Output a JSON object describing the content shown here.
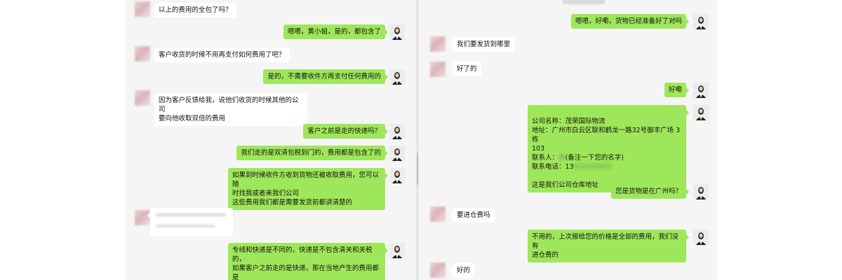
{
  "left_chat": {
    "messages": [
      {
        "side": "in",
        "text": "以上的费用的全包了吗？"
      },
      {
        "side": "out",
        "text": "嗯嗯，黄小姐，是的，都包含了"
      },
      {
        "side": "in",
        "text": "客户收货的时候不用再支付如何费用了吧？"
      },
      {
        "side": "out",
        "text": "是的，不需要收件方再支付任何费用的"
      },
      {
        "side": "in",
        "text": "因为客户反馈给我，说他们收货的时候其他的公司\n要向他收取双倍的费用"
      },
      {
        "side": "out",
        "text": "客户之前是走的快递吗？"
      },
      {
        "side": "out",
        "text": "我们走的是双清包税到门的，费用都是包含了的"
      },
      {
        "side": "out",
        "text": "如果到时候收件方收到货物还被收取费用，您可以随\n时找我或者来我们公司\n这些费用我们都是需要发货前都讲清楚的"
      },
      {
        "side": "in",
        "text": "",
        "blurred": true
      },
      {
        "side": "out",
        "text": "专线和快递是不同的，快递是不包含清关和关税的，\n如果客户之前走的是快递，那在当地产生的费用都是\n由收件方支付的"
      }
    ]
  },
  "right_chat": {
    "time_label": "",
    "messages": [
      {
        "side": "out",
        "text": "嗯嗯，好嘞，货物已经准备好了对吗"
      },
      {
        "side": "in",
        "text": "我们要发货到哪里"
      },
      {
        "side": "in",
        "text": "好了的"
      },
      {
        "side": "out",
        "text": "好嘞"
      },
      {
        "side": "out",
        "text": "公司名称：茂荣国际物流\n地址：广州市白云区联和鹤龙一路32号御丰广场 3栋\n103\n联系人：",
        "extra_parts": {
          "contact_blur": "黄",
          "contact_note": "(备注一下您的名字)",
          "phone_label": "联系电话：13",
          "phone_blur": "800000000",
          "footer": "这是我们公司仓库地址"
        }
      },
      {
        "side": "out",
        "text": "您是货物是在广州吗？"
      },
      {
        "side": "in",
        "text": "要进仓费吗"
      },
      {
        "side": "out",
        "text": "不用的，上次报给您的价格是全部的费用，我们没有\n进仓费的"
      },
      {
        "side": "in",
        "text": "好的"
      }
    ]
  },
  "colors": {
    "out_bubble": "#9fe75a",
    "in_bubble": "#ffffff",
    "panel_bg": "#f5f5f5"
  }
}
